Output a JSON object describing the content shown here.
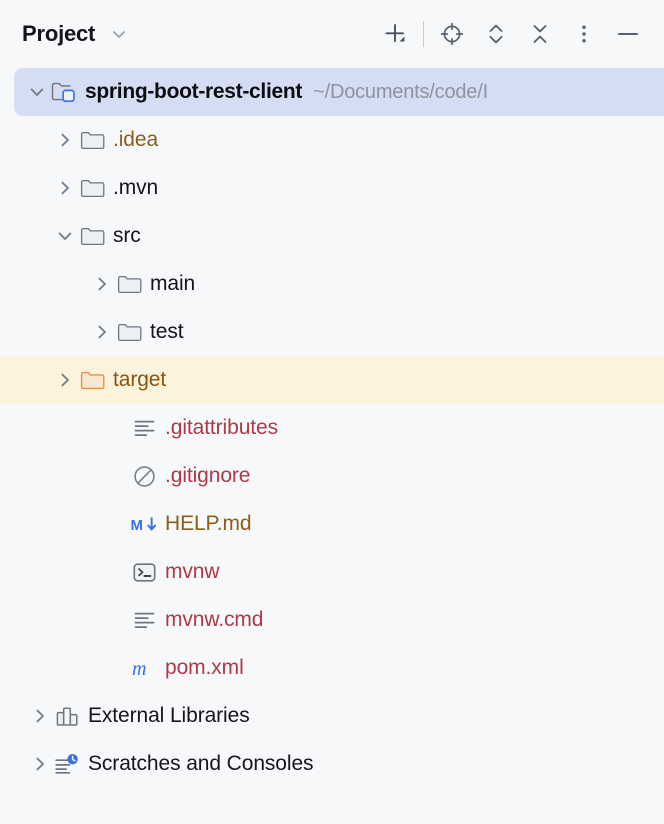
{
  "window": {
    "title": "Project",
    "title_chevron_icon": "chevron-down-icon"
  },
  "toolbar": {
    "actions": [
      {
        "name": "add-new-button",
        "icon": "plus-with-dropdown-icon",
        "tooltip": "New"
      },
      {
        "name": "select-opened-file-button",
        "icon": "target-crosshair-icon",
        "tooltip": "Select Opened File"
      },
      {
        "name": "expand-all-button",
        "icon": "expand-all-icon",
        "tooltip": "Expand All"
      },
      {
        "name": "collapse-all-button",
        "icon": "collapse-all-icon",
        "tooltip": "Collapse All"
      },
      {
        "name": "more-options-button",
        "icon": "more-vertical-dots-icon",
        "tooltip": "Options"
      },
      {
        "name": "hide-button",
        "icon": "minimize-dash-icon",
        "tooltip": "Hide"
      }
    ]
  },
  "tree": {
    "nodes": [
      {
        "label": "spring-boot-rest-client",
        "path_hint": "~/Documents/code/I",
        "icon": "project-module-folder-icon",
        "twisty": "chevron-down-icon",
        "state": "selected",
        "style": "root",
        "indent": 0
      },
      {
        "label": ".idea",
        "icon": "folder-icon",
        "twisty": "chevron-right-icon",
        "style": "excluded",
        "indent": 1
      },
      {
        "label": ".mvn",
        "icon": "folder-icon",
        "twisty": "chevron-right-icon",
        "style": "normal",
        "indent": 1
      },
      {
        "label": "src",
        "icon": "folder-icon",
        "twisty": "chevron-down-icon",
        "style": "normal",
        "indent": 1
      },
      {
        "label": "main",
        "icon": "folder-icon",
        "twisty": "chevron-right-icon",
        "style": "normal",
        "indent": 2
      },
      {
        "label": "test",
        "icon": "folder-icon",
        "twisty": "chevron-right-icon",
        "style": "normal",
        "indent": 2
      },
      {
        "label": "target",
        "icon": "folder-orange-icon",
        "twisty": "chevron-right-icon",
        "state": "highlight",
        "style": "target",
        "indent": 1
      },
      {
        "label": ".gitattributes",
        "icon": "text-file-icon",
        "twisty": "none",
        "style": "ignored",
        "indent": 1
      },
      {
        "label": ".gitignore",
        "icon": "ignored-file-icon",
        "twisty": "none",
        "style": "ignored",
        "indent": 1
      },
      {
        "label": "HELP.md",
        "icon": "markdown-file-icon",
        "twisty": "none",
        "style": "excluded",
        "indent": 1
      },
      {
        "label": "mvnw",
        "icon": "shell-script-icon",
        "twisty": "none",
        "style": "ignored",
        "indent": 1
      },
      {
        "label": "mvnw.cmd",
        "icon": "text-file-icon",
        "twisty": "none",
        "style": "ignored",
        "indent": 1
      },
      {
        "label": "pom.xml",
        "icon": "maven-file-icon",
        "twisty": "none",
        "style": "ignored",
        "indent": 1
      },
      {
        "label": "External Libraries",
        "icon": "libraries-icon",
        "twisty": "chevron-right-icon",
        "style": "normal",
        "indent": "bottom"
      },
      {
        "label": "Scratches and Consoles",
        "icon": "scratches-icon",
        "twisty": "chevron-right-icon",
        "style": "normal",
        "indent": "bottom"
      }
    ]
  },
  "colors": {
    "background": "#F7F8FA",
    "selection": "#D5DDF4",
    "highlight_row": "#FCF3DC",
    "excluded_text": "#8A5F1C",
    "ignored_text": "#AD3A4B",
    "accent_blue": "#3B6EEA",
    "folder_orange": "#E8923C"
  }
}
